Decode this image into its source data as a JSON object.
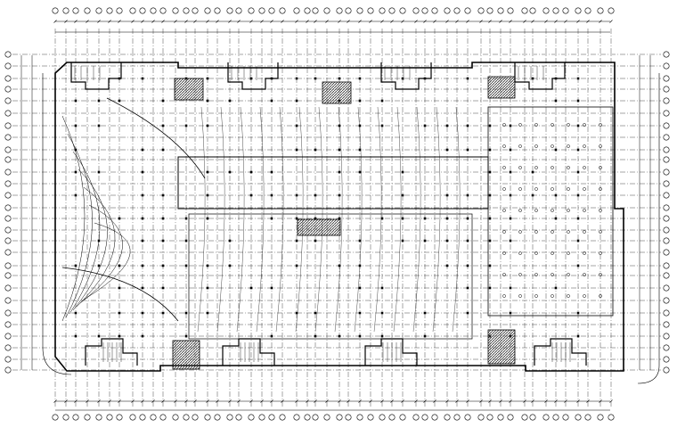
{
  "drawing": {
    "line_color": "#000000",
    "hatch_color": "#3a3a3a",
    "paper_color": "#ffffff",
    "grid_bubble_count_top": 52,
    "grid_bubble_count_left": 28,
    "stair_core_count": 6
  }
}
